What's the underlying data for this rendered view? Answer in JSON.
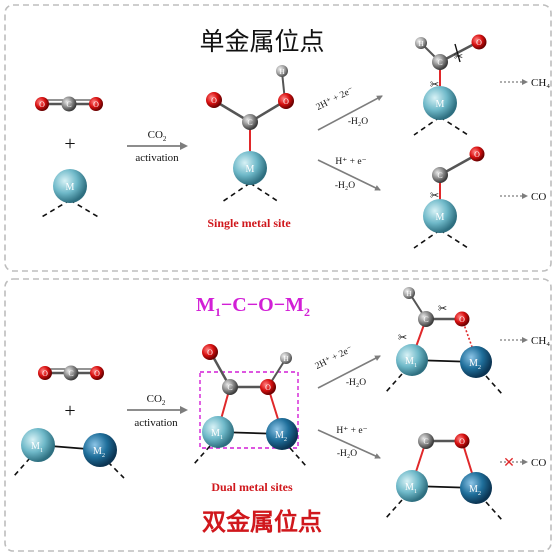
{
  "top_panel": {
    "title": "单金属位点",
    "caption": "Single metal site",
    "activation_top": "CO",
    "activation_top_sub": "2",
    "activation_bottom": "activation",
    "step1_top": "2H⁺ + 2e⁻",
    "step1_bottom": "-H₂O",
    "step2_top": "H⁺ + e⁻",
    "step2_bottom": "-H₂O",
    "product1": "CH₄",
    "product2": "CO",
    "plus": "+"
  },
  "bottom_panel": {
    "title": "双金属位点",
    "caption": "Dual metal sites",
    "motif_main": "M",
    "motif_sub1": "1",
    "motif_mid": "−C−O−M",
    "motif_sub2": "2",
    "activation_top": "CO",
    "activation_top_sub": "2",
    "activation_bottom": "activation",
    "step1_top": "2H⁺ + 2e⁻",
    "step1_bottom": "-H₂O",
    "step2_top": "H⁺ + e⁻",
    "step2_bottom": "-H₂O",
    "product1": "CH₄",
    "product2": "CO",
    "blocked_mark": "✕",
    "plus": "+"
  },
  "atoms": {
    "C": "C",
    "O": "O",
    "H": "H",
    "M": "M",
    "M1": "M",
    "M1_sub": "1",
    "M2": "M",
    "M2_sub": "2"
  },
  "colors": {
    "oxygen": "#d81010",
    "carbon": "#8a8a8a",
    "hydrogen": "#9a9a9a",
    "metal": "#6fb9c9",
    "metal2": "#1f6f9b",
    "title_magenta": "#d21fd6",
    "caption_red": "#d0171c",
    "bond_red": "#e0282a",
    "arrow_gray": "#7d7d7d",
    "panel_border": "#bdbdbd"
  }
}
